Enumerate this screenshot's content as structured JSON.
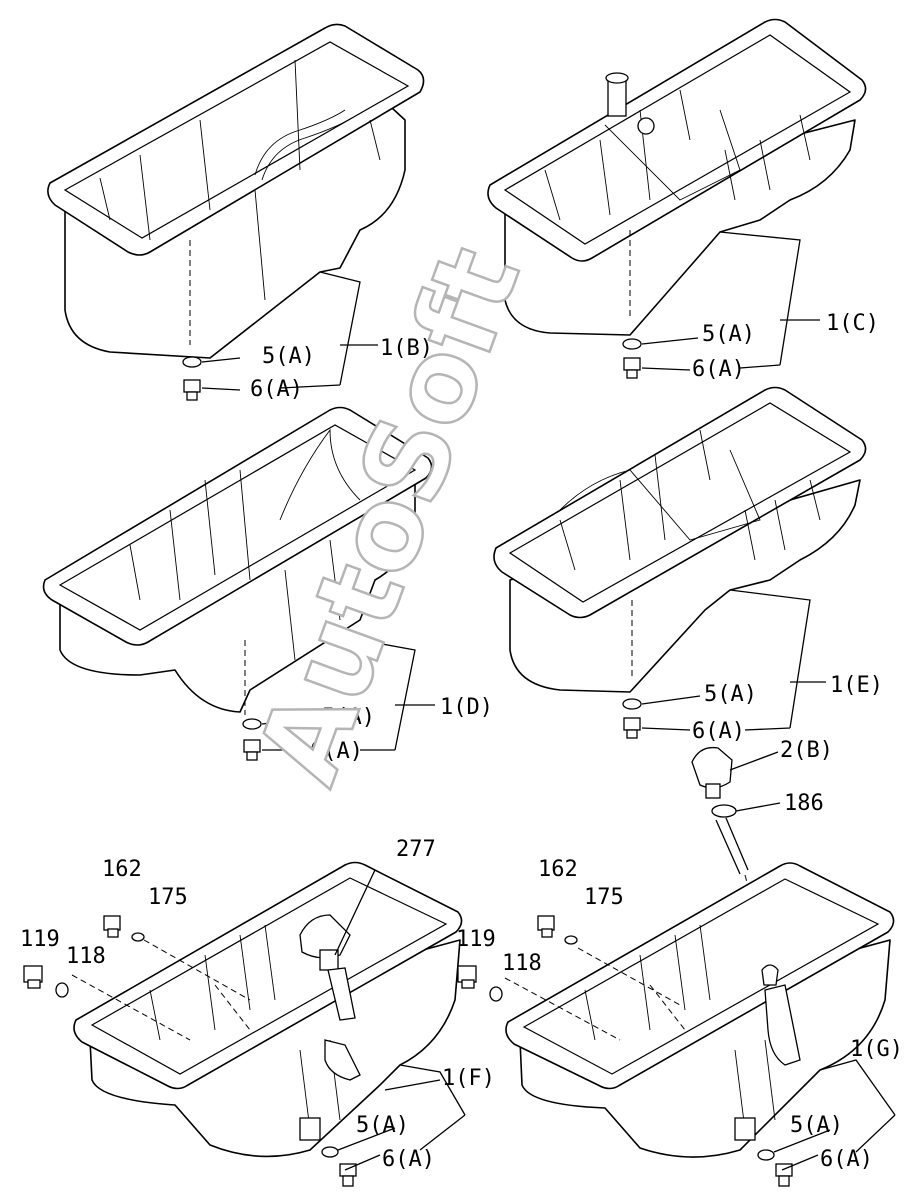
{
  "watermark": "AutoSoft",
  "labels": {
    "b_1": "1(B)",
    "b_5": "5(A)",
    "b_6": "6(A)",
    "c_1": "1(C)",
    "c_5": "5(A)",
    "c_6": "6(A)",
    "d_1": "1(D)",
    "d_5": "5(A)",
    "d_6": "6(A)",
    "e_1": "1(E)",
    "e_5": "5(A)",
    "e_6": "6(A)",
    "g_2": "2(B)",
    "g_186": "186",
    "f_277": "277",
    "f_162": "162",
    "f_175": "175",
    "f_119": "119",
    "f_118": "118",
    "f_1": "1(F)",
    "f_5": "5(A)",
    "f_6": "6(A)",
    "g_162": "162",
    "g_175": "175",
    "g_119": "119",
    "g_118": "118",
    "g_1": "1(G)",
    "g_5": "5(A)",
    "g_6": "6(A)"
  }
}
